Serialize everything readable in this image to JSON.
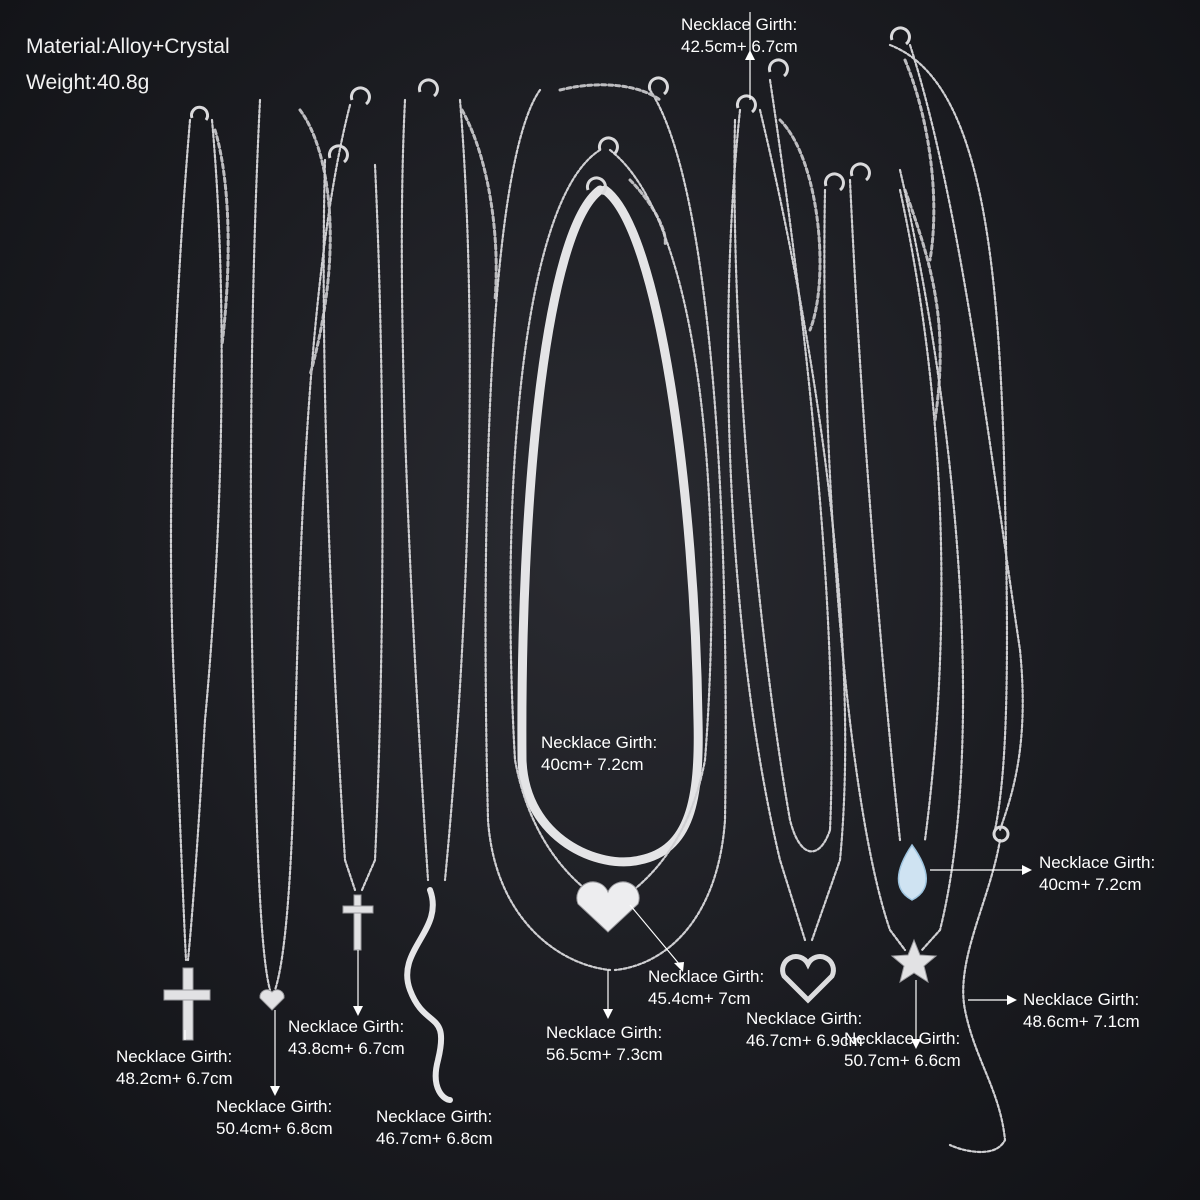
{
  "product": {
    "material": "Material:Alloy+Crystal",
    "weight": "Weight:40.8g"
  },
  "labels": [
    {
      "id": "cross-pendant",
      "title": "Necklace Girth:",
      "size": "48.2cm+ 6.7cm"
    },
    {
      "id": "small-heart",
      "title": "Necklace Girth:",
      "size": "50.4cm+ 6.8cm"
    },
    {
      "id": "small-cross",
      "title": "Necklace Girth:",
      "size": "43.8cm+ 6.7cm"
    },
    {
      "id": "snake-pendant",
      "title": "Necklace Girth:",
      "size": "46.7cm+ 6.8cm"
    },
    {
      "id": "herringbone-chain",
      "title": "Necklace Girth:",
      "size": "40cm+ 7.2cm"
    },
    {
      "id": "puffy-heart",
      "title": "Necklace Girth:",
      "size": "45.4cm+ 7cm"
    },
    {
      "id": "long-link-chain",
      "title": "Necklace Girth:",
      "size": "56.5cm+ 7.3cm"
    },
    {
      "id": "box-chain",
      "title": "Necklace Girth:",
      "size": "42.5cm+ 6.7cm"
    },
    {
      "id": "open-heart",
      "title": "Necklace Girth:",
      "size": "46.7cm+ 6.9cm"
    },
    {
      "id": "teardrop-crystal",
      "title": "Necklace Girth:",
      "size": "40cm+ 7.2cm"
    },
    {
      "id": "star-pendant",
      "title": "Necklace Girth:",
      "size": "50.7cm+ 6.6cm"
    },
    {
      "id": "lariat-chain",
      "title": "Necklace Girth:",
      "size": "48.6cm+ 7.1cm"
    }
  ]
}
